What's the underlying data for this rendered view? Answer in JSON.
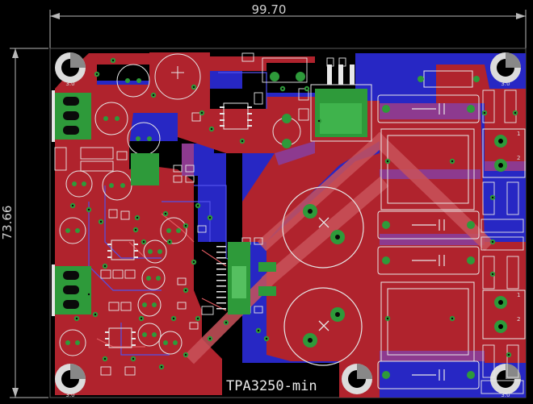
{
  "dimensions": {
    "width_label": "99.70",
    "height_label": "73.66"
  },
  "board": {
    "silkscreen_title": "TPA3250-min",
    "mount_hole_label": "3.0",
    "connector_pin_labels": [
      "1",
      "2"
    ]
  },
  "colors": {
    "background": "#000000",
    "top_copper": "#b0232d",
    "bottom_copper": "#2727c4",
    "top_copper_light": "#c9525a",
    "overlap": "#8d3a8f",
    "pad_green": "#2e9a3a",
    "silkscreen": "#e8e8e8",
    "dimension": "#bdbdbd"
  }
}
